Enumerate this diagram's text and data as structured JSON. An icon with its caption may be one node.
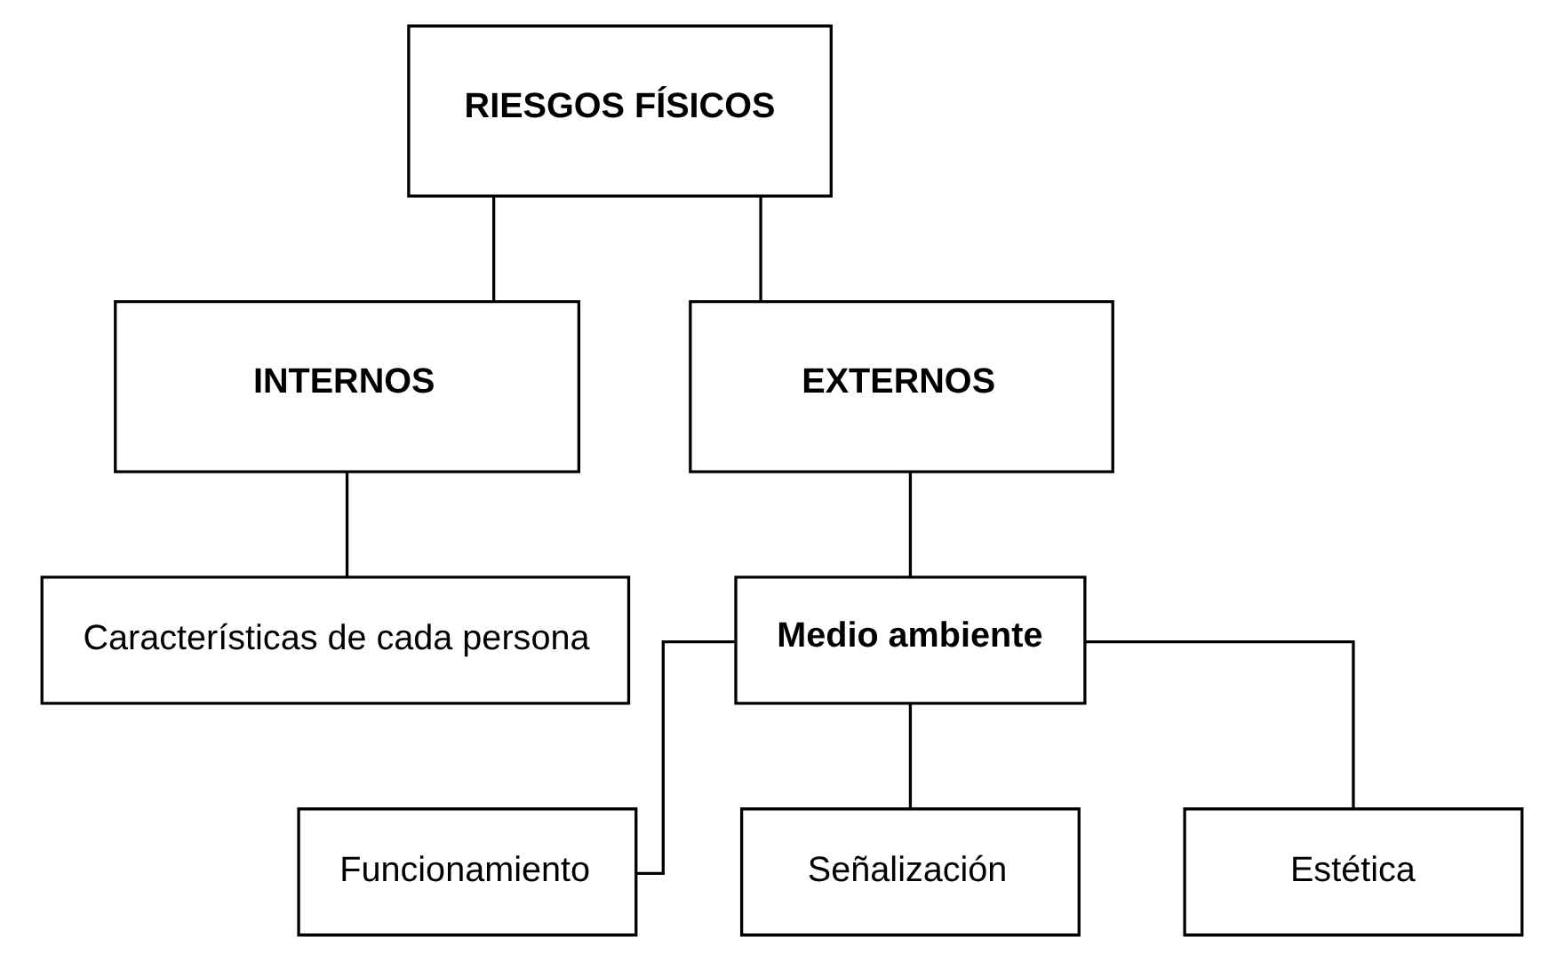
{
  "diagram": {
    "nodes": [
      {
        "text": [
          "RIESGOS FÍSICOS"
        ]
      },
      {
        "text": [
          "INTERNOS"
        ]
      },
      {
        "text": [
          "EXTERNOS"
        ]
      },
      {
        "text": [
          "Características de cada persona"
        ]
      },
      {
        "text": [
          "Medio ambiente"
        ]
      },
      {
        "text": [
          "Funcionamiento"
        ]
      },
      {
        "text": [
          "Señalización"
        ]
      },
      {
        "text": [
          "Estética"
        ]
      }
    ],
    "edges": [
      {
        "from": 0,
        "to": 1,
        "arrow": "none"
      },
      {
        "from": 0,
        "to": 2,
        "arrow": "none"
      },
      {
        "from": 1,
        "to": 3,
        "arrow": "none"
      },
      {
        "from": 2,
        "to": 4,
        "arrow": "none"
      },
      {
        "from": 4,
        "to": 5,
        "arrow": "none"
      },
      {
        "from": 4,
        "to": 6,
        "arrow": "none"
      },
      {
        "from": 4,
        "to": 7,
        "arrow": "none"
      }
    ]
  }
}
